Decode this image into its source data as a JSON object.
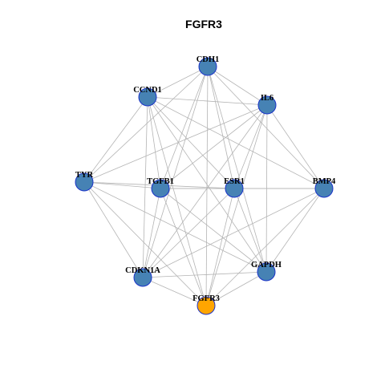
{
  "title": "FGFR3",
  "colors": {
    "node_fill": "#4682b4",
    "highlight_fill": "#ffa500",
    "node_border": "#1a33c9",
    "edge": "#b4b4b4"
  },
  "nodes": [
    {
      "id": "CDH1",
      "label": "CDH1",
      "highlight": false
    },
    {
      "id": "CCND1",
      "label": "CCND1",
      "highlight": false
    },
    {
      "id": "IL6",
      "label": "IL6",
      "highlight": false
    },
    {
      "id": "TYR",
      "label": "TYR",
      "highlight": false
    },
    {
      "id": "TGFB1",
      "label": "TGFB1",
      "highlight": false
    },
    {
      "id": "ESR1",
      "label": "ESR1",
      "highlight": false
    },
    {
      "id": "BMP4",
      "label": "BMP4",
      "highlight": false
    },
    {
      "id": "CDKN1A",
      "label": "CDKN1A",
      "highlight": false
    },
    {
      "id": "GAPDH",
      "label": "GAPDH",
      "highlight": false
    },
    {
      "id": "FGFR3",
      "label": "FGFR3",
      "highlight": true
    }
  ],
  "edges": [
    [
      "CDH1",
      "CCND1"
    ],
    [
      "CDH1",
      "IL6"
    ],
    [
      "CDH1",
      "TYR"
    ],
    [
      "CDH1",
      "TGFB1"
    ],
    [
      "CDH1",
      "ESR1"
    ],
    [
      "CDH1",
      "BMP4"
    ],
    [
      "CDH1",
      "CDKN1A"
    ],
    [
      "CDH1",
      "GAPDH"
    ],
    [
      "CDH1",
      "FGFR3"
    ],
    [
      "CCND1",
      "IL6"
    ],
    [
      "CCND1",
      "TYR"
    ],
    [
      "CCND1",
      "TGFB1"
    ],
    [
      "CCND1",
      "ESR1"
    ],
    [
      "CCND1",
      "BMP4"
    ],
    [
      "CCND1",
      "CDKN1A"
    ],
    [
      "CCND1",
      "GAPDH"
    ],
    [
      "CCND1",
      "FGFR3"
    ],
    [
      "IL6",
      "TYR"
    ],
    [
      "IL6",
      "TGFB1"
    ],
    [
      "IL6",
      "ESR1"
    ],
    [
      "IL6",
      "BMP4"
    ],
    [
      "IL6",
      "CDKN1A"
    ],
    [
      "IL6",
      "GAPDH"
    ],
    [
      "IL6",
      "FGFR3"
    ],
    [
      "TYR",
      "TGFB1"
    ],
    [
      "TYR",
      "ESR1"
    ],
    [
      "TYR",
      "CDKN1A"
    ],
    [
      "TYR",
      "GAPDH"
    ],
    [
      "TYR",
      "FGFR3"
    ],
    [
      "TGFB1",
      "ESR1"
    ],
    [
      "TGFB1",
      "BMP4"
    ],
    [
      "TGFB1",
      "CDKN1A"
    ],
    [
      "TGFB1",
      "GAPDH"
    ],
    [
      "TGFB1",
      "FGFR3"
    ],
    [
      "ESR1",
      "BMP4"
    ],
    [
      "ESR1",
      "CDKN1A"
    ],
    [
      "ESR1",
      "GAPDH"
    ],
    [
      "ESR1",
      "FGFR3"
    ],
    [
      "BMP4",
      "CDKN1A"
    ],
    [
      "BMP4",
      "GAPDH"
    ],
    [
      "BMP4",
      "FGFR3"
    ],
    [
      "CDKN1A",
      "GAPDH"
    ],
    [
      "CDKN1A",
      "FGFR3"
    ],
    [
      "GAPDH",
      "FGFR3"
    ]
  ]
}
